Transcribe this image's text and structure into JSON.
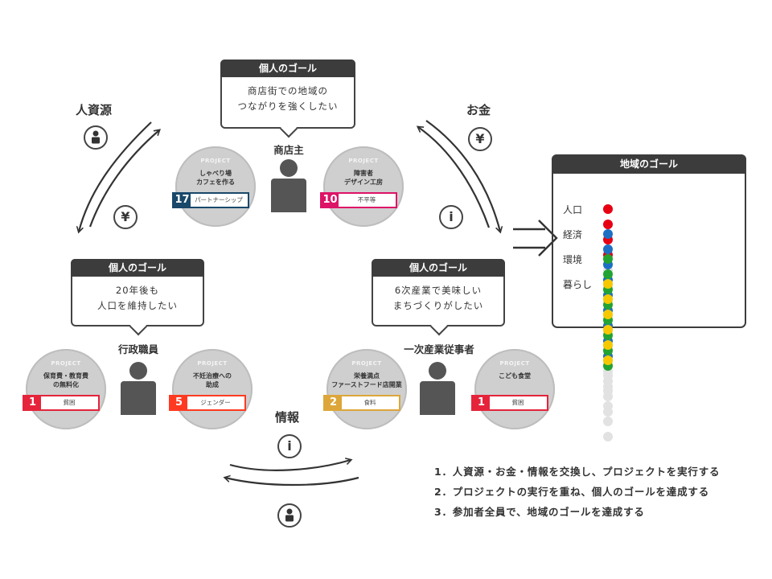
{
  "top_goal": {
    "header": "個人のゴール",
    "line1": "商店街での地域の",
    "line2": "つながりを強くしたい"
  },
  "left_goal": {
    "header": "個人のゴール",
    "line1": "20年後も",
    "line2": "人口を維持したい"
  },
  "right_goal": {
    "header": "個人のゴール",
    "line1": "6次産業で美味しい",
    "line2": "まちづくりがしたい"
  },
  "roles": {
    "top": "商店主",
    "left": "行政職員",
    "right": "一次産業従事者"
  },
  "projects": [
    {
      "label": "PROJECT",
      "title1": "しゃべり場",
      "title2": "カフェを作る",
      "sdg_number": "17",
      "sdg_text": "パートナーシップ",
      "color": "#19486a"
    },
    {
      "label": "PROJECT",
      "title1": "障害者",
      "title2": "デザイン工房",
      "sdg_number": "10",
      "sdg_text": "不平等",
      "color": "#dd1367"
    },
    {
      "label": "PROJECT",
      "title1": "保育費・教育費",
      "title2": "の無料化",
      "sdg_number": "1",
      "sdg_text": "貧困",
      "color": "#e5243b"
    },
    {
      "label": "PROJECT",
      "title1": "不妊治療への",
      "title2": "助成",
      "sdg_number": "5",
      "sdg_text": "ジェンダー",
      "color": "#ff3a21"
    },
    {
      "label": "PROJECT",
      "title1": "栄養満点",
      "title2": "ファーストフード店開業",
      "sdg_number": "2",
      "sdg_text": "食料",
      "color": "#dda63a"
    },
    {
      "label": "PROJECT",
      "title1": "こども食堂",
      "title2": "",
      "sdg_number": "1",
      "sdg_text": "貧困",
      "color": "#e5243b"
    }
  ],
  "resources": {
    "people": "人資源",
    "money": "お金",
    "info": "情報"
  },
  "icons": {
    "person": "person-icon",
    "yen": "¥",
    "info": "i"
  },
  "region": {
    "header": "地域のゴール",
    "rows": [
      {
        "label": "人口",
        "filled": 4,
        "total": 11,
        "color": "#e60012"
      },
      {
        "label": "経済",
        "filled": 9,
        "total": 11,
        "color": "#1d6fc4"
      },
      {
        "label": "環境",
        "filled": 8,
        "total": 11,
        "color": "#23a331"
      },
      {
        "label": "暮らし",
        "filled": 6,
        "total": 11,
        "color": "#f5c800"
      }
    ]
  },
  "legend": [
    "1．人資源・お金・情報を交換し、プロジェクトを実行する",
    "2．プロジェクトの実行を重ね、個人のゴールを達成する",
    "3．参加者全員で、地域のゴールを達成する"
  ]
}
